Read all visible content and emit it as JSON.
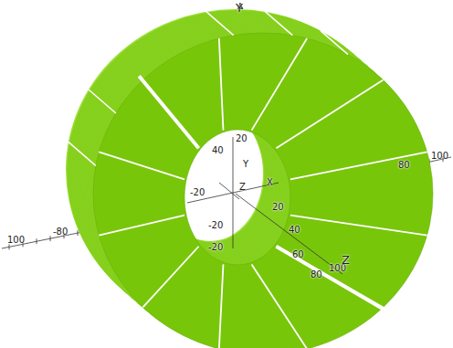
{
  "diagram": {
    "labels": [
      "Y",
      "40",
      "20",
      "Y",
      "-20",
      "X",
      "Z",
      "20",
      "-20",
      "-20",
      "40",
      "60",
      "80",
      "100",
      "Z",
      "100",
      "-80",
      "80",
      "100"
    ]
  }
}
